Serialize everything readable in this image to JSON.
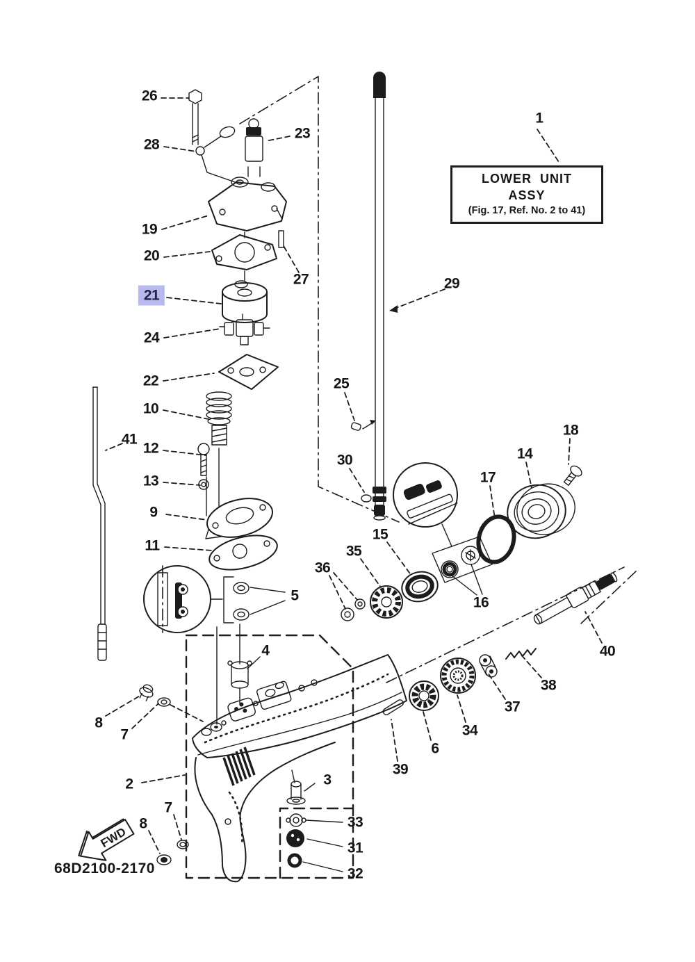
{
  "figure": {
    "title_box": {
      "line1": "LOWER  UNIT",
      "line2": "ASSY",
      "line3": "(Fig. 17, Ref. No. 2 to 41)"
    },
    "part_code": "68D2100-2170",
    "fwd_label": "FWD",
    "highlighted_callout": "21",
    "highlight_color": "#b9b9ee",
    "line_color": "#1c1c1c",
    "callouts": {
      "c1": "1",
      "c2": "2",
      "c3": "3",
      "c4": "4",
      "c5": "5",
      "c6": "6",
      "c7": "7",
      "c8": "8",
      "c9": "9",
      "c10": "10",
      "c11": "11",
      "c12": "12",
      "c13": "13",
      "c14": "14",
      "c15": "15",
      "c16": "16",
      "c17": "17",
      "c18": "18",
      "c19": "19",
      "c20": "20",
      "c21": "21",
      "c22": "22",
      "c23": "23",
      "c24": "24",
      "c25": "25",
      "c26": "26",
      "c27": "27",
      "c28": "28",
      "c29": "29",
      "c30": "30",
      "c31": "31",
      "c32": "32",
      "c33": "33",
      "c34": "34",
      "c35": "35",
      "c36": "36",
      "c37": "37",
      "c38": "38",
      "c39": "39",
      "c40": "40",
      "c41": "41"
    }
  }
}
